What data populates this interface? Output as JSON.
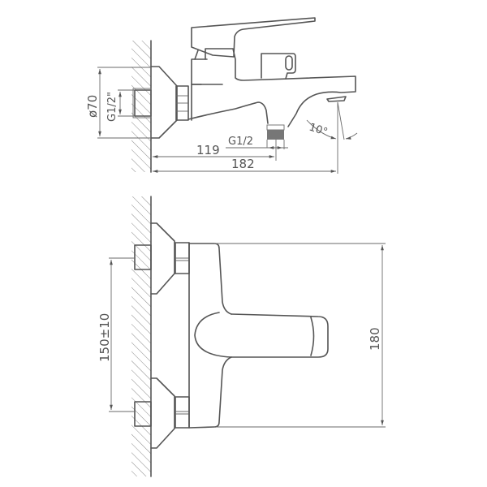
{
  "drawing": {
    "title": "Wall-mounted bath mixer technical drawing",
    "line_color": "#555555",
    "background": "#ffffff",
    "side_view": {
      "dimensions": {
        "body_diameter": "ø70",
        "inlet_thread": "G1/2\"",
        "outlet_thread": "G1/2",
        "outlet_distance": "119",
        "spout_reach": "182",
        "spout_angle": "10°"
      }
    },
    "front_view": {
      "dimensions": {
        "inlet_spacing": "150±10",
        "overall_height": "180"
      }
    }
  }
}
